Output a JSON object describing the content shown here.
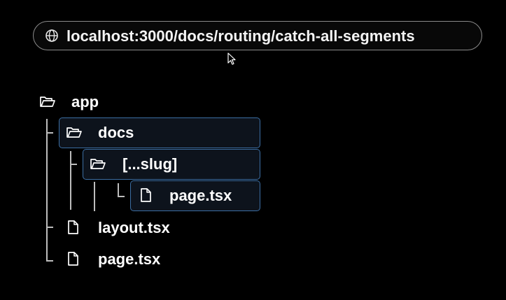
{
  "url_bar": {
    "url": "localhost:3000/docs/routing/catch-all-segments",
    "icon": "globe-icon"
  },
  "tree": {
    "root": {
      "label": "app",
      "icon": "folder-open-icon"
    },
    "docs": {
      "label": "docs",
      "icon": "folder-open-icon"
    },
    "slug": {
      "label": "[...slug]",
      "icon": "folder-open-icon"
    },
    "slug_page": {
      "label": "page.tsx",
      "icon": "file-icon"
    },
    "layout": {
      "label": "layout.tsx",
      "icon": "file-icon"
    },
    "page": {
      "label": "page.tsx",
      "icon": "file-icon"
    }
  },
  "colors": {
    "background": "#000000",
    "highlight_border": "#3c6ea3",
    "highlight_fill": "#0d131c",
    "text": "#ffffff"
  }
}
